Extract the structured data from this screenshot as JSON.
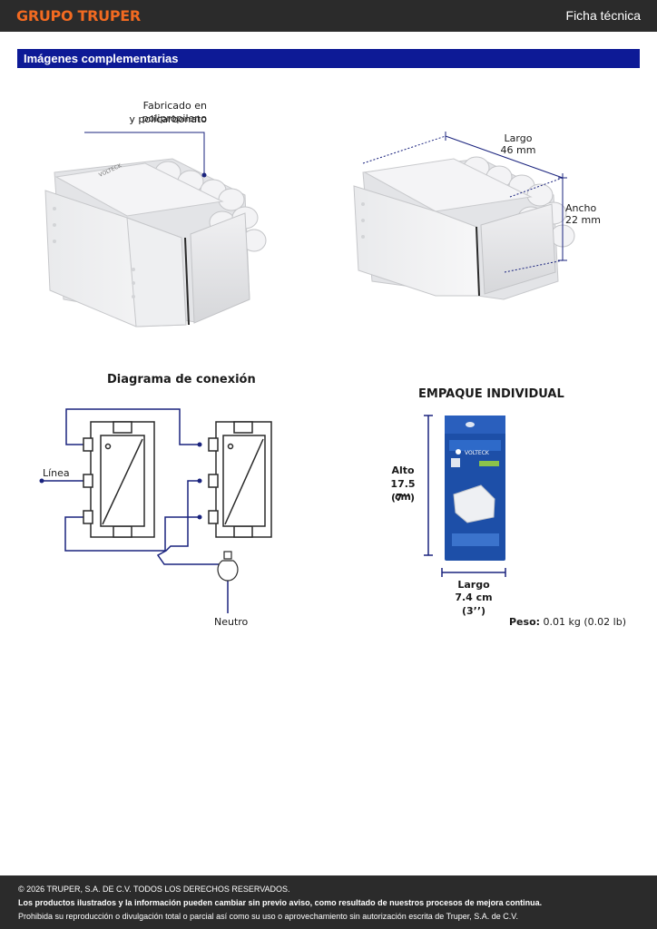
{
  "header": {
    "brand": "GRUPO TRUPER",
    "doc_type": "Ficha técnica"
  },
  "section": {
    "title": "Imágenes complementarias"
  },
  "product_image_1": {
    "callout_line1": "Fabricado en polipropileno",
    "callout_line2": "y policarbonato"
  },
  "product_image_2": {
    "largo_label": "Largo",
    "largo_value": "46 mm",
    "ancho_label": "Ancho",
    "ancho_value": "22 mm"
  },
  "connection_diagram": {
    "title": "Diagrama de conexión",
    "line_label": "Línea",
    "neutral_label": "Neutro"
  },
  "packaging": {
    "title": "EMPAQUE INDIVIDUAL",
    "alto_label": "Alto",
    "alto_cm": "17.5 cm",
    "alto_in": "(7’’)",
    "largo_label": "Largo",
    "largo_cm": "7.4 cm",
    "largo_in": "(3’’)",
    "peso_label": "Peso:",
    "peso_value": "0.01 kg (0.02 lb)",
    "bag_brand": "VOLTECK"
  },
  "product_brand_mark": "VOLTECK",
  "colors": {
    "brand_orange": "#f26a21",
    "section_blue": "#0d1a96",
    "diagram_navy": "#1a237e",
    "bar_dark": "#2b2b2b"
  },
  "footer": {
    "copyright": "© 2026 TRUPER, S.A. DE C.V. TODOS LOS DERECHOS RESERVADOS.",
    "notice": "Los productos ilustrados y la información pueden cambiar sin previo aviso, como resultado de nuestros procesos de mejora continua.",
    "prohibition": "Prohibida su reproducción o divulgación total o parcial así como su uso o aprovechamiento sin autorización escrita de Truper, S.A. de C.V."
  }
}
